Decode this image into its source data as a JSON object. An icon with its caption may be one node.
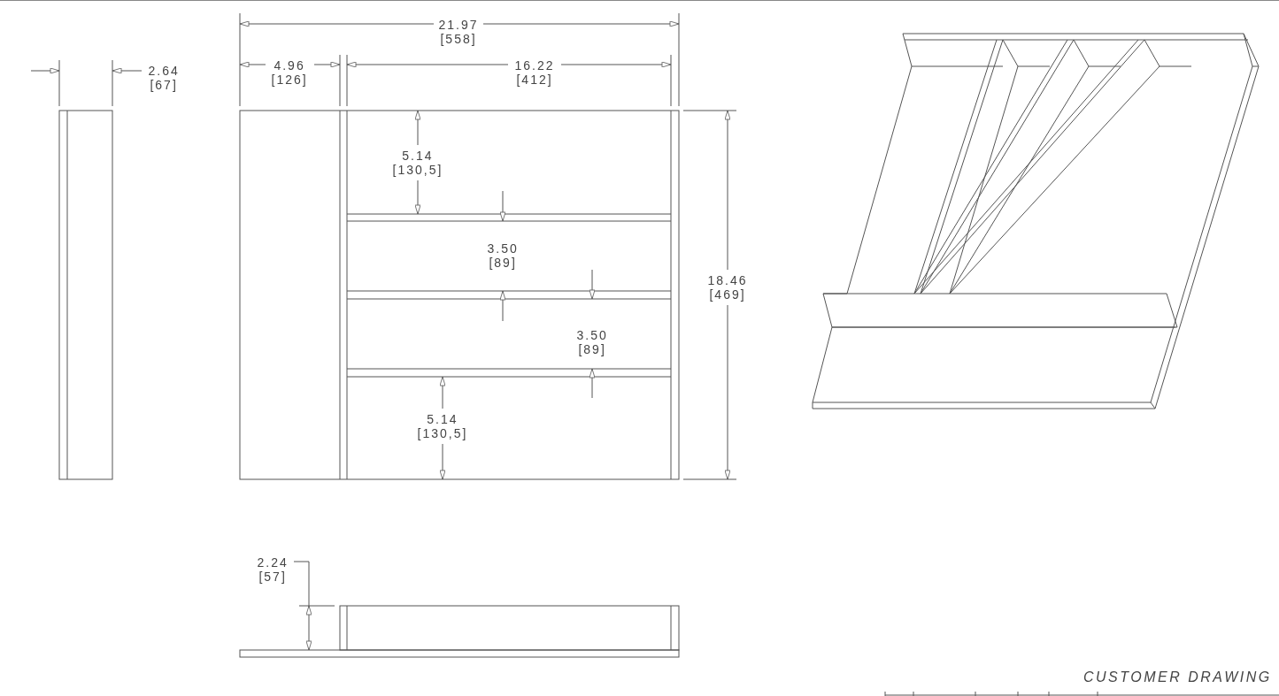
{
  "diagram": {
    "labels": [
      "21.97 [558]",
      "4.96 [126]",
      "16.22 [412]",
      "2.64 [67]",
      "5.14 [130,5]",
      "3.50 [89]",
      "18.46 [469]",
      "3.50 [89]",
      "5.14 [130,5]",
      "2.24 [57]",
      "CUSTOMER DRAWING"
    ]
  }
}
